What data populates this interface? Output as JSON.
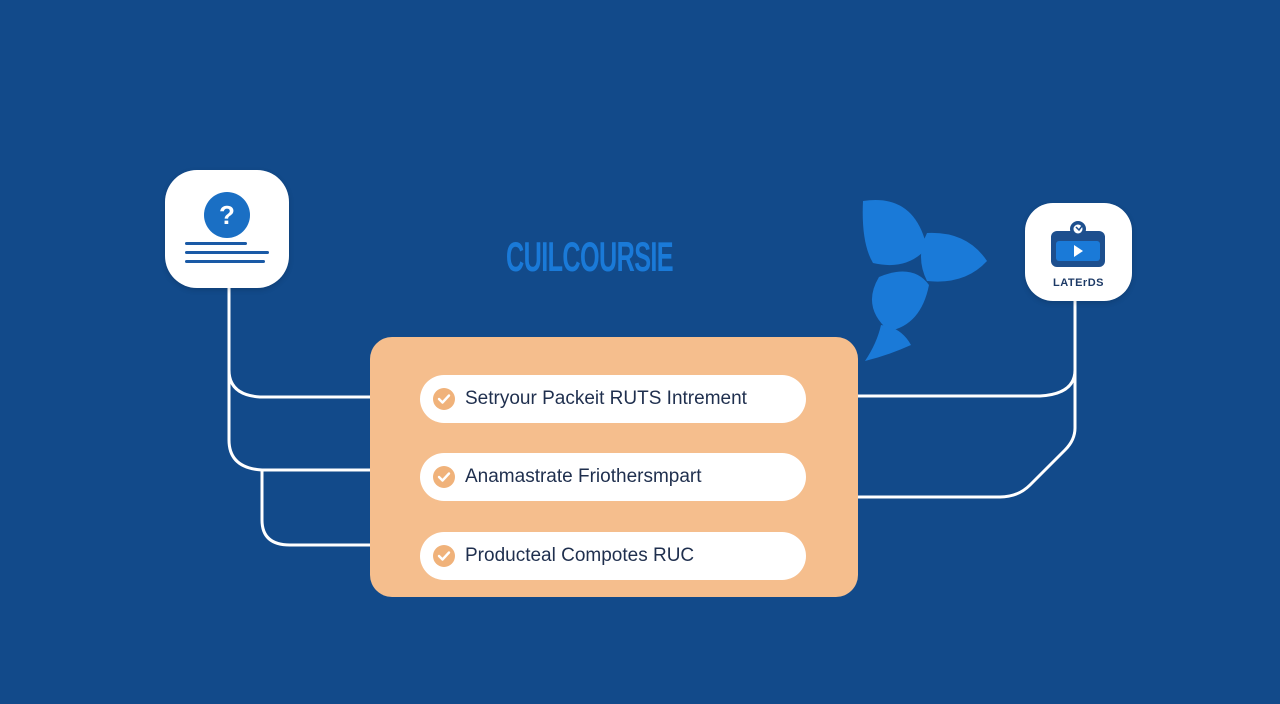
{
  "help_card": {
    "icon_glyph": "?"
  },
  "brand": {
    "title": "CUILCOURSIE"
  },
  "latest_card": {
    "label": "LATErDS"
  },
  "steps": [
    {
      "label": "Setryour Packeit RUTS Intrement"
    },
    {
      "label": "Anamastrate Friothersmpart"
    },
    {
      "label": "Producteal Compotes RUC"
    }
  ],
  "colors": {
    "background": "#124a8a",
    "panel": "#f5be8d",
    "accent_blue": "#1a7ad8",
    "check": "#f0b27a",
    "connector": "#ffffff"
  },
  "icons": [
    "question-icon",
    "calendar-play-icon",
    "check-icon",
    "brand-logo-icon"
  ]
}
